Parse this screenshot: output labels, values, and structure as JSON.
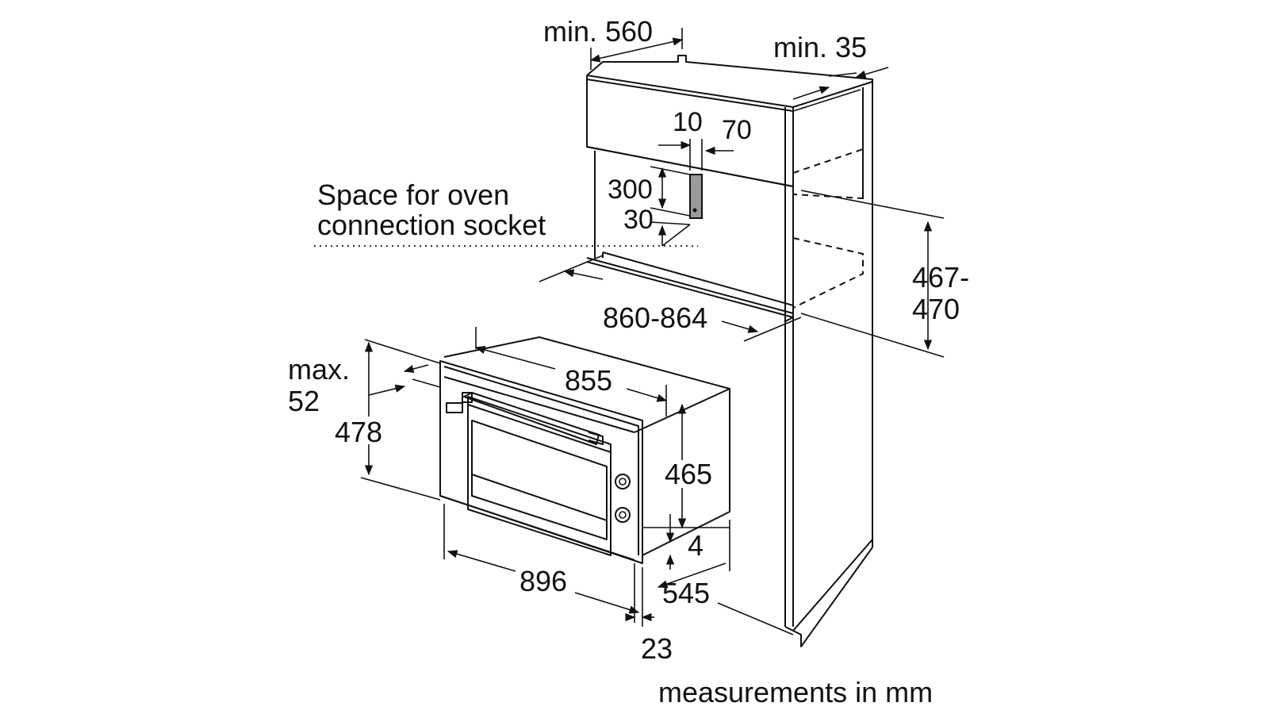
{
  "labels": {
    "cabinet_width": "min. 560",
    "back_gap": "min. 35",
    "socket_offset": "10",
    "socket_width": "70",
    "socket_height": "300",
    "socket_bottom": "30",
    "socket_note_line1": "Space for oven",
    "socket_note_line2": "connection socket",
    "niche_width": "860-864",
    "niche_height_line1": "467-",
    "niche_height_line2": "470",
    "front_depth_line1": "max.",
    "front_depth_line2": "52",
    "oven_body_width": "855",
    "oven_front_height": "478",
    "oven_body_height": "465",
    "bottom_offset": "4",
    "oven_front_width": "896",
    "oven_depth": "545",
    "front_thickness": "23",
    "units_note": "measurements in mm"
  },
  "colors": {
    "line": "#111111",
    "socket_fill": "#9a9a9a",
    "background": "#ffffff"
  }
}
